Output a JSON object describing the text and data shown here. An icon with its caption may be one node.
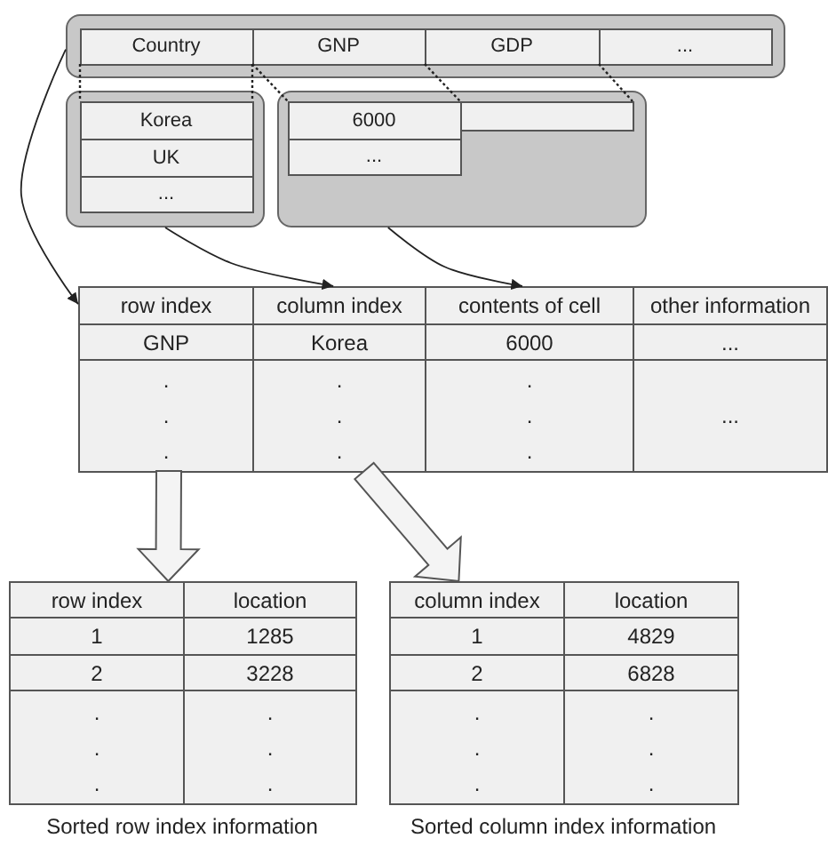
{
  "diagram": {
    "nodes": [
      {
        "text": [],
        "shape": "box"
      },
      {
        "text": [
          "Country"
        ],
        "in": 0
      },
      {
        "text": [
          "GNP"
        ],
        "in": 0
      },
      {
        "text": [
          "GDP"
        ],
        "in": 0
      },
      {
        "text": [
          "..."
        ],
        "in": 0
      },
      {
        "text": [],
        "shape": "box"
      },
      {
        "text": [
          "Korea"
        ],
        "in": 5
      },
      {
        "text": [
          "UK"
        ],
        "in": 5
      },
      {
        "text": [
          "..."
        ],
        "in": 5
      },
      {
        "text": [],
        "shape": "box"
      },
      {
        "text": [
          "6000"
        ],
        "in": 9
      },
      {
        "text": [],
        "shape": "box",
        "in": 9
      },
      {
        "text": [
          "..."
        ],
        "in": 9
      },
      {
        "text": [],
        "shape": "box"
      },
      {
        "text": [
          "row index"
        ],
        "in": 13
      },
      {
        "text": [
          "column index"
        ],
        "in": 13
      },
      {
        "text": [
          "contents of cell"
        ],
        "in": 13
      },
      {
        "text": [
          "other information"
        ],
        "in": 13
      },
      {
        "text": [
          "GNP"
        ],
        "in": 13
      },
      {
        "text": [
          "Korea"
        ],
        "in": 13
      },
      {
        "text": [
          "6000"
        ],
        "in": 13
      },
      {
        "text": [
          "..."
        ],
        "in": 13
      },
      {
        "text": [
          ". . ."
        ],
        "in": 13
      },
      {
        "text": [
          ". . ."
        ],
        "in": 13
      },
      {
        "text": [
          ". . ."
        ],
        "in": 13
      },
      {
        "text": [
          "..."
        ],
        "in": 13
      },
      {
        "text": [],
        "shape": "box",
        "beside": [
          "Sorted row index information"
        ]
      },
      {
        "text": [
          "row index"
        ],
        "in": 26
      },
      {
        "text": [
          "location"
        ],
        "in": 26
      },
      {
        "text": [
          "1"
        ],
        "in": 26
      },
      {
        "text": [
          "1285"
        ],
        "in": 26
      },
      {
        "text": [
          "2"
        ],
        "in": 26
      },
      {
        "text": [
          "3228"
        ],
        "in": 26
      },
      {
        "text": [
          ". . ."
        ],
        "in": 26
      },
      {
        "text": [
          ". . ."
        ],
        "in": 26
      },
      {
        "text": [],
        "shape": "box",
        "beside": [
          "Sorted column index information"
        ]
      },
      {
        "text": [
          "column index"
        ],
        "in": 35
      },
      {
        "text": [
          "location"
        ],
        "in": 35
      },
      {
        "text": [
          "1"
        ],
        "in": 35
      },
      {
        "text": [
          "4829"
        ],
        "in": 35
      },
      {
        "text": [
          "2"
        ],
        "in": 35
      },
      {
        "text": [
          "6828"
        ],
        "in": 35
      },
      {
        "text": [
          ". . ."
        ],
        "in": 35
      },
      {
        "text": [
          ". . ."
        ],
        "in": 35
      }
    ],
    "edges": [
      {
        "from": 0,
        "to": 14,
        "arrow": "to"
      },
      {
        "from": 5,
        "to": 15,
        "arrow": "to"
      },
      {
        "from": 9,
        "to": 16,
        "arrow": "to"
      },
      {
        "from": 1,
        "to": 6,
        "arrow": "none",
        "style": "dashed"
      },
      {
        "from": 1,
        "to": 6,
        "arrow": "none",
        "style": "dashed"
      },
      {
        "from": 2,
        "to": 10,
        "arrow": "none",
        "style": "dashed"
      },
      {
        "from": 2,
        "to": 10,
        "arrow": "none",
        "style": "dashed"
      },
      {
        "from": 3,
        "to": 11,
        "arrow": "none",
        "style": "dashed"
      },
      {
        "from": 13,
        "to": 26,
        "arrow": "to",
        "style": "thick"
      },
      {
        "from": 13,
        "to": 35,
        "arrow": "to",
        "style": "thick"
      }
    ]
  }
}
